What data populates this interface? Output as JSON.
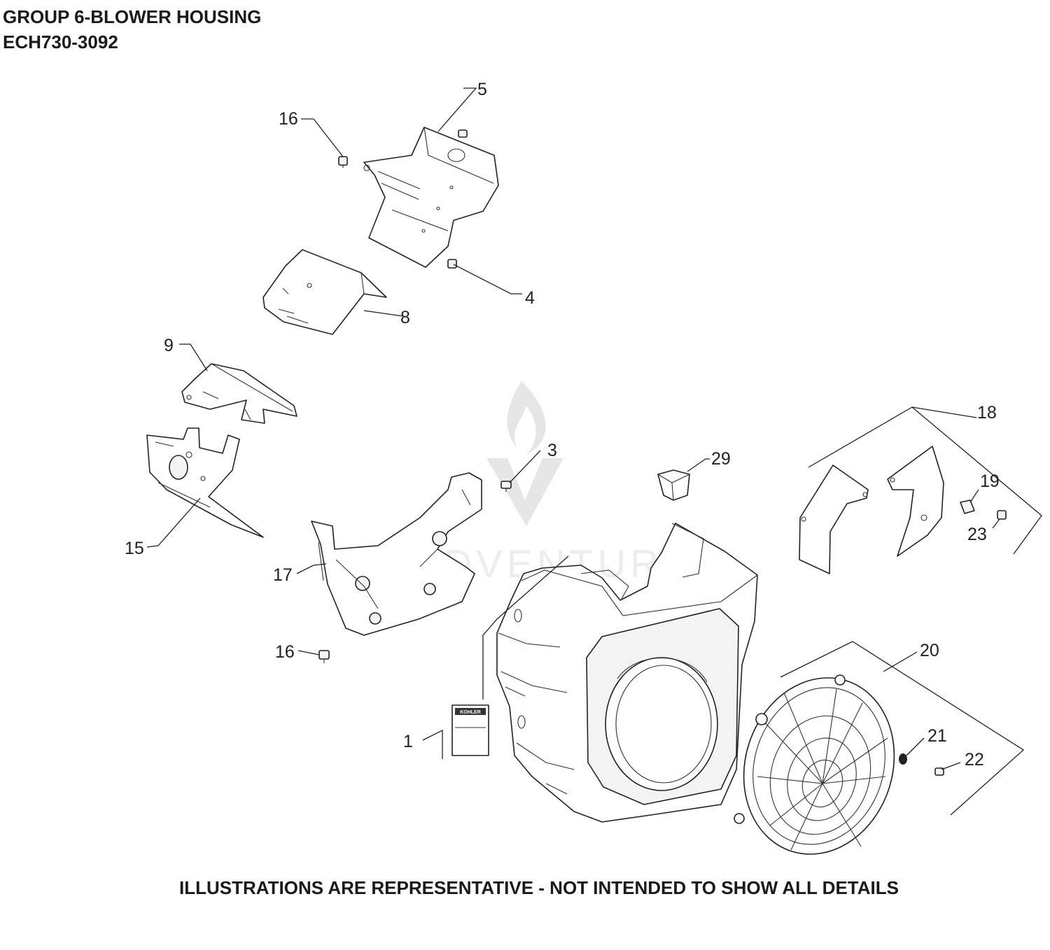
{
  "header": {
    "title": "GROUP 6-BLOWER HOUSING",
    "model": "ECH730-3092"
  },
  "footer": {
    "note": "ILLUSTRATIONS ARE REPRESENTATIVE - NOT INTENDED TO SHOW ALL DETAILS"
  },
  "watermark": {
    "text": "LEADVENTURE"
  },
  "callouts": {
    "c1": "1",
    "c3": "3",
    "c4": "4",
    "c5": "5",
    "c8": "8",
    "c9": "9",
    "c15": "15",
    "c16a": "16",
    "c16b": "16",
    "c17": "17",
    "c18": "18",
    "c19": "19",
    "c20": "20",
    "c21": "21",
    "c22": "22",
    "c23": "23",
    "c29": "29"
  },
  "decal": {
    "brand_text": "KOHLER"
  }
}
